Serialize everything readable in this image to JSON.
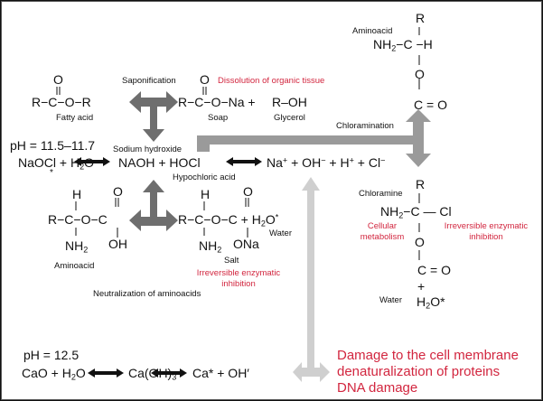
{
  "colors": {
    "dark_arrow": "#6e6e6e",
    "mid_arrow": "#9a9a9a",
    "light_arrow": "#cfcfcf",
    "text": "#111111",
    "highlight_red": "#d2263f"
  },
  "saponification": {
    "label": "Saponification",
    "effect": "Dissolution of organic tissue",
    "fatty_acid": {
      "top": "O",
      "dbl": "||",
      "formula": "R−C−O−R",
      "label": "Fatty acid"
    },
    "soap": {
      "top": "O",
      "dbl": "||",
      "formula": "R−C−O−Na +",
      "label": "Soap"
    },
    "glycerol": {
      "formula": "R–OH",
      "label": "Glycerol"
    }
  },
  "naocl_reaction": {
    "ph": "pH = 11.5–11.7",
    "reactants": "NaOCl + H",
    "water_sub": "2",
    "water_o": "O",
    "star": "*",
    "products": "NAOH + HOCl",
    "ions_na": "Na",
    "ions_plus1": "+",
    "ions_oh": " + OH",
    "ions_minus1": "−",
    "ions_h": " + H",
    "ions_plus2": "+",
    "ions_cl": " + Cl",
    "ions_minus2": "−",
    "naoh_label": "Sodium hydroxide",
    "hocl_label": "Hypochloric acid"
  },
  "chloramination": {
    "label": "Chloramination",
    "aminoacid": {
      "label": "Aminoacid",
      "r": "R",
      "nh2": "NH",
      "sub": "2",
      "c": "−C −H",
      "o": "O",
      "co": "C = O"
    },
    "chloramine": {
      "label": "Chloramine",
      "r": "R",
      "nh2": "NH",
      "sub": "2",
      "c": "−C — Cl",
      "o": "O",
      "co": "C = O",
      "plus": "+",
      "water_label": "Water",
      "water": "H",
      "water_sub": "2",
      "water_o": "O*"
    },
    "effect_left": [
      "Cellular",
      "metabolism"
    ],
    "effect_right": [
      "Irreversible enzymatic",
      "inhibition"
    ]
  },
  "neutralization": {
    "label": "Neutralization of aminoacids",
    "aminoacid": {
      "h": "H",
      "o": "O",
      "formula": "R−C−O−C",
      "nh2": "NH",
      "sub": "2",
      "oh": "OH",
      "label": "Aminoacid"
    },
    "salt": {
      "h": "H",
      "o": "O",
      "formula": "R−C−O−C + H",
      "water_sub": "2",
      "water_o": "O",
      "star": "*",
      "nh2": "NH",
      "sub": "2",
      "ona": "ONa",
      "label": "Salt",
      "water_label": "Water"
    },
    "effect": [
      "Irreversible enzymatic",
      "inhibition"
    ]
  },
  "calcium_reaction": {
    "ph": "pH = 12.5",
    "reactants": "CaO + H",
    "water_sub": "2",
    "water_o": "O",
    "hydroxide": "Ca(OH)",
    "hydroxide_sub": "3",
    "products": "Ca* + OH′"
  },
  "damage": [
    "Damage to the cell membrane",
    "denaturalization of proteins",
    "DNA damage"
  ]
}
